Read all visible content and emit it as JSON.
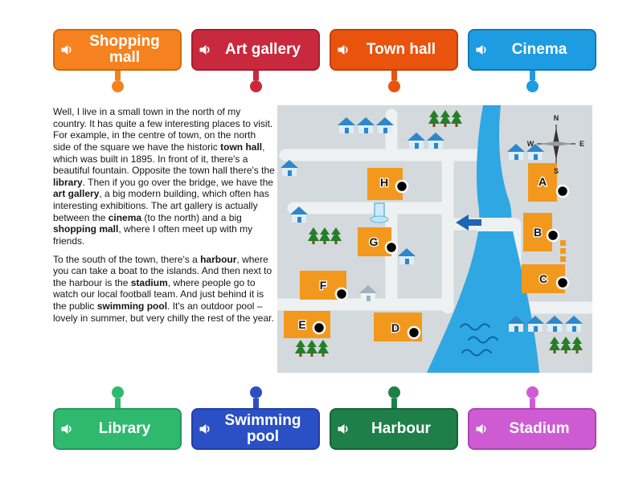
{
  "icons": {
    "label_audio": "speaker-icon"
  },
  "top_labels": [
    {
      "label": "Shopping mall",
      "fill": "#f5821f",
      "border": "#d2690c",
      "pin": "#f5821f"
    },
    {
      "label": "Art gallery",
      "fill": "#c9293d",
      "border": "#a51e30",
      "pin": "#c9293d"
    },
    {
      "label": "Town hall",
      "fill": "#e9530e",
      "border": "#bf420b",
      "pin": "#e9530e"
    },
    {
      "label": "Cinema",
      "fill": "#1e9ce2",
      "border": "#1379b5",
      "pin": "#1e9ce2"
    }
  ],
  "bottom_labels": [
    {
      "label": "Library",
      "fill": "#2fb96e",
      "border": "#23995a",
      "pin": "#2fb96e"
    },
    {
      "label": "Swimming pool",
      "fill": "#2b50c5",
      "border": "#203fa3",
      "pin": "#2b50c5"
    },
    {
      "label": "Harbour",
      "fill": "#1e8048",
      "border": "#176238",
      "pin": "#1e8048"
    },
    {
      "label": "Stadium",
      "fill": "#cd5cd3",
      "border": "#ad43b3",
      "pin": "#cd5cd3"
    }
  ],
  "passage": {
    "paragraphs": [
      [
        {
          "t": "Well, I live in a small town in the north of my country. It has quite a few interesting places to visit. For example, in the centre of town, on the north side of the square we have the historic "
        },
        {
          "t": "town hall",
          "b": true
        },
        {
          "t": ", which was built in 1895. In front of it, there's a beautiful fountain. Opposite the town hall there's the "
        },
        {
          "t": "library",
          "b": true
        },
        {
          "t": ". Then if you go over the bridge, we have the "
        },
        {
          "t": "art gallery",
          "b": true
        },
        {
          "t": ", a big modern building, which often has interesting exhibitions. The art gallery is actually between the "
        },
        {
          "t": "cinema",
          "b": true
        },
        {
          "t": " (to the north) and a big "
        },
        {
          "t": "shopping mall",
          "b": true
        },
        {
          "t": ", where I often meet up with my friends."
        }
      ],
      [
        {
          "t": "To the south of the town, there's a "
        },
        {
          "t": "harbour",
          "b": true
        },
        {
          "t": ", where you can take a boat to the islands. And then next to the harbour is the "
        },
        {
          "t": "stadium",
          "b": true
        },
        {
          "t": ", where people go to watch our local football team. And just behind it is the public "
        },
        {
          "t": "swimming pool",
          "b": true
        },
        {
          "t": ". It's an outdoor pool – lovely in summer, but very chilly the rest of the year."
        }
      ]
    ]
  },
  "map": {
    "spots": [
      {
        "letter": "A"
      },
      {
        "letter": "B"
      },
      {
        "letter": "C"
      },
      {
        "letter": "D"
      },
      {
        "letter": "E"
      },
      {
        "letter": "F"
      },
      {
        "letter": "G"
      },
      {
        "letter": "H"
      }
    ],
    "compass": {
      "n": "N",
      "e": "E",
      "s": "S",
      "w": "W"
    },
    "colors": {
      "river": "#2fa7e2",
      "building": "#f2991d",
      "roof": "#2f86c9",
      "tree": "#267e26",
      "ground": "#d3d9dc",
      "road": "#eef1f2"
    }
  }
}
